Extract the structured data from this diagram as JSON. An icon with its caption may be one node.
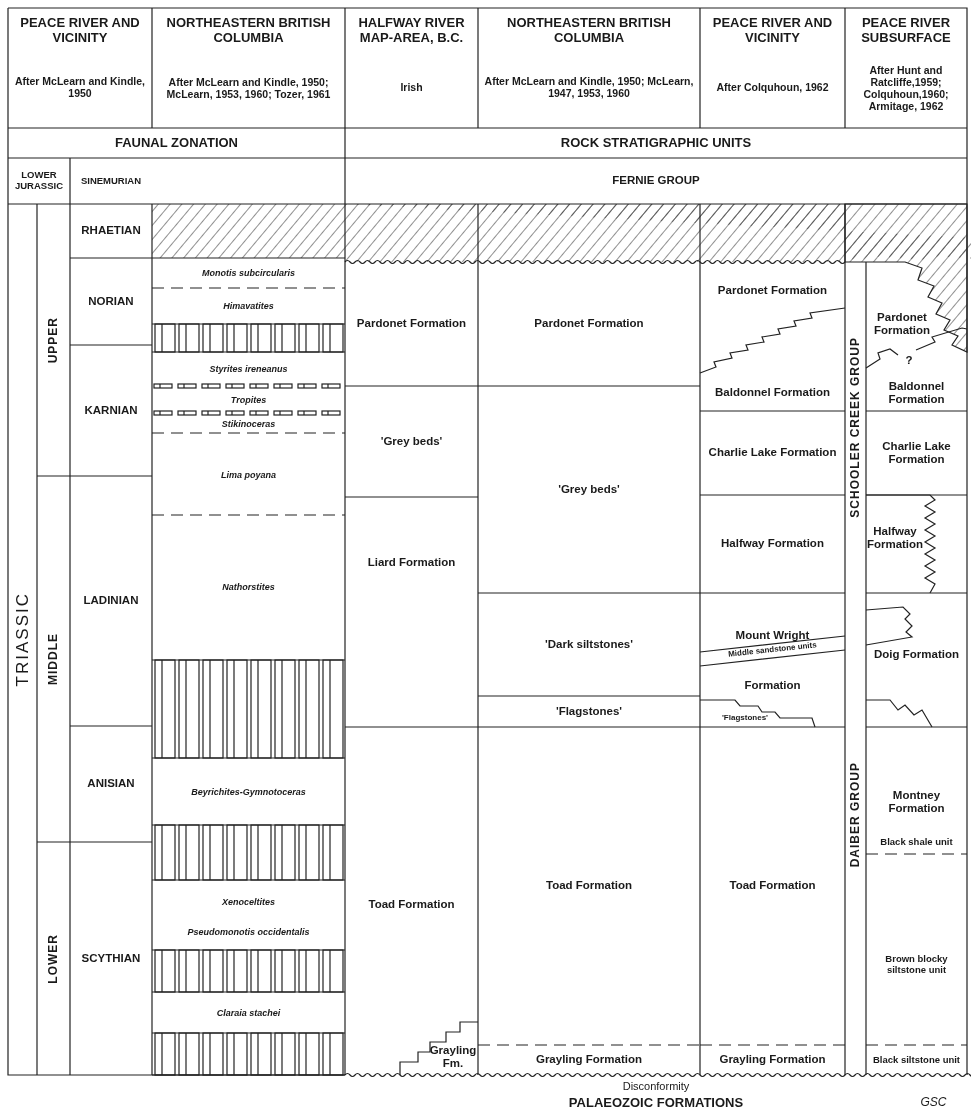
{
  "diagram": {
    "labels": [
      "PEACE RIVER AND VICINITY",
      "After McLearn and Kindle, 1950",
      "NORTHEASTERN BRITISH COLUMBIA",
      "After McLearn and Kindle, 1950; McLearn, 1953, 1960; Tozer, 1961",
      "HALFWAY RIVER MAP-AREA, B.C.",
      "Irish",
      "NORTHEASTERN BRITISH COLUMBIA",
      "After McLearn and Kindle, 1950; McLearn, 1947, 1953, 1960",
      "PEACE RIVER AND VICINITY",
      "After Colquhoun, 1962",
      "PEACE RIVER SUBSURFACE",
      "After Hunt and Ratcliffe,1959; Colquhoun,1960; Armitage, 1962",
      "FAUNAL ZONATION",
      "ROCK STRATIGRAPHIC UNITS",
      "LOWER JURASSIC",
      "SINEMURIAN",
      "FERNIE GROUP",
      "TRIASSIC",
      "UPPER",
      "RHAETIAN",
      "NORIAN",
      "Monotis subcircularis",
      "Himavatites",
      "Pardonet Formation",
      "Pardonet Formation",
      "Pardonet Formation",
      "SCHOOLER CREEK GROUP",
      "Pardonet Formation",
      "?",
      "KARNIAN",
      "Styrites ireneanus",
      "Tropites",
      "Stikinoceras",
      "Baldonnel Formation",
      "Baldonnel Formation",
      "'Grey beds'",
      "Charlie Lake Formation",
      "Charlie Lake Formation",
      "Lima poyana",
      "'Grey beds'",
      "Liard Formation",
      "Halfway Formation",
      "Halfway Formation",
      "MIDDLE",
      "LADINIAN",
      "Nathorstites",
      "'Dark siltstones'",
      "Mount Wright",
      "Middle sandstone units",
      "Formation",
      "Doig Formation",
      "'Flagstones'",
      "'Flagstones'",
      "ANISIAN",
      "Beyrichites-Gymnotoceras",
      "DAIBER GROUP",
      "Montney Formation",
      "Black shale unit",
      "LOWER",
      "SCYTHIAN",
      "Xenoceltites",
      "Pseudomonotis occidentalis",
      "Toad Formation",
      "Toad Formation",
      "Toad Formation",
      "Brown blocky siltstone unit",
      "Claraia stachei",
      "Grayling Fm.",
      "Grayling Formation",
      "Grayling Formation",
      "Black siltstone unit",
      "Disconformity",
      "PALAEOZOIC FORMATIONS",
      "GSC"
    ]
  }
}
